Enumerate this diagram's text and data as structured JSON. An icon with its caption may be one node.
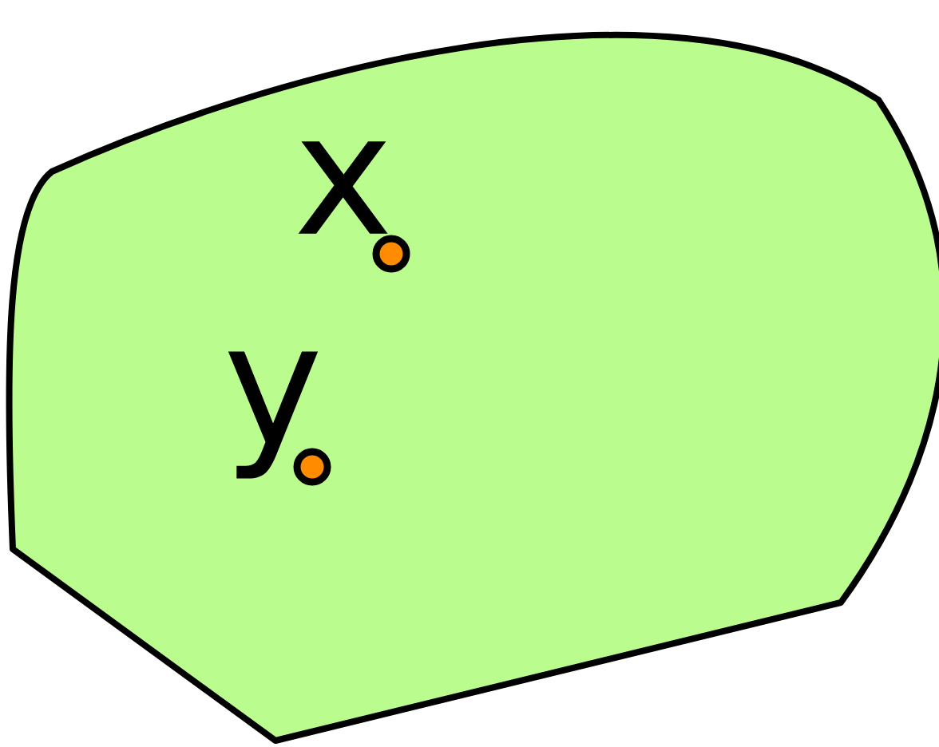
{
  "diagram": {
    "nodes": [
      {
        "text": [],
        "shape": "region"
      },
      {
        "text": [],
        "shape": "circle",
        "beside": [
          "x"
        ],
        "in": 0
      },
      {
        "text": [],
        "shape": "circle",
        "beside": [
          "y"
        ],
        "in": 0
      }
    ]
  }
}
